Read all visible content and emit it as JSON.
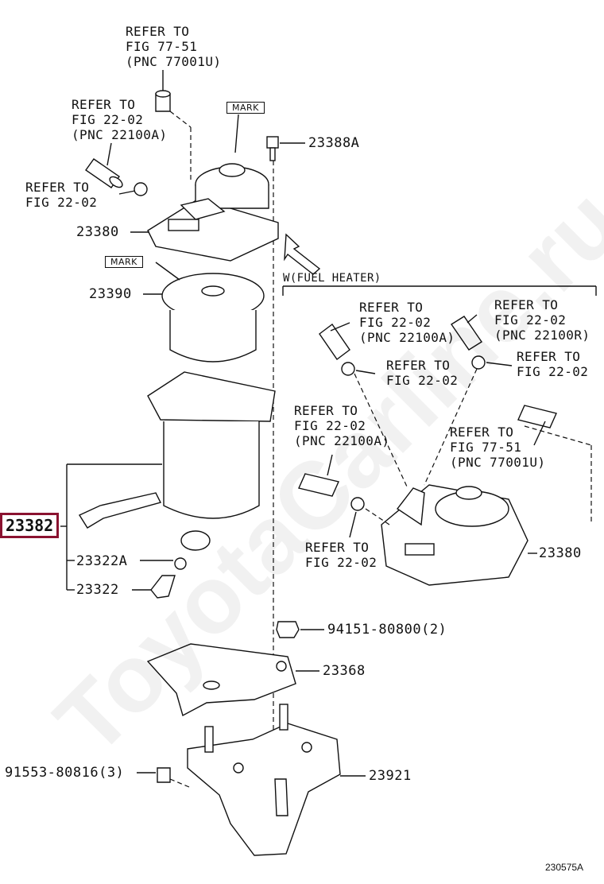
{
  "watermark": "ToyotaCarline.ru",
  "figure_number": "230575A",
  "highlighted_part": "23382",
  "marks": [
    "MARK",
    "MARK"
  ],
  "sub_view_label": "W(FUEL HEATER)",
  "part_labels": {
    "p23388A": "23388A",
    "p23380a": "23380",
    "p23390": "23390",
    "p23322A": "23322A",
    "p23322": "23322",
    "p23380b": "23380",
    "p94151": "94151-80800(2)",
    "p23368": "23368",
    "p91553": "91553-80816(3)",
    "p23921": "23921"
  },
  "refs": {
    "r1": "REFER TO\nFIG 77-51\n(PNC 77001U)",
    "r2": "REFER TO\nFIG 22-02\n(PNC 22100A)",
    "r3": "REFER TO\nFIG 22-02",
    "r4": "REFER TO\nFIG 22-02\n(PNC 22100A)",
    "r5": "REFER TO\nFIG 22-02\n(PNC 22100R)",
    "r6": "REFER TO\nFIG 22-02",
    "r7": "REFER TO\nFIG 22-02",
    "r8": "REFER TO\nFIG 22-02\n(PNC 22100A)",
    "r9": "REFER TO\nFIG 77-51\n(PNC 77001U)",
    "r10": "REFER TO\nFIG 22-02"
  }
}
